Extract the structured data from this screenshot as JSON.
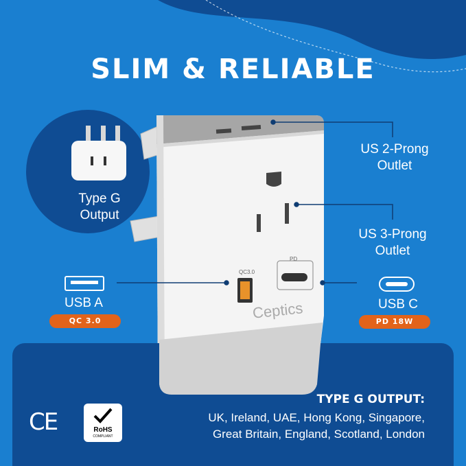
{
  "title": "SLIM & RELIABLE",
  "labels": {
    "type_g": [
      "Type G",
      "Output"
    ],
    "us2": [
      "US 2-Prong",
      "Outlet"
    ],
    "us3": [
      "US 3-Prong",
      "Outlet"
    ],
    "usb_a": "USB A",
    "usb_a_badge": "QC 3.0",
    "usb_c": "USB C",
    "usb_c_badge": "PD 18W"
  },
  "device": {
    "brand": "Ceptics",
    "port_a_label": "QC3.0",
    "port_c_label": "PD"
  },
  "output": {
    "title": "TYPE G OUTPUT:",
    "countries": [
      "UK, Ireland, UAE, Hong Kong, Singapore,",
      "Great Britain, England, Scotland, London"
    ]
  },
  "certs": {
    "ce": "CE",
    "rohs": "RoHS",
    "rohs_sub": "COMPLIANT"
  },
  "colors": {
    "background": "#1a7fd0",
    "panel": "#0f4c93",
    "badge": "#e2631a",
    "device": "#f4f4f4"
  },
  "icons": [
    "check-icon",
    "usb-a-icon",
    "usb-c-icon",
    "plug-icon"
  ]
}
